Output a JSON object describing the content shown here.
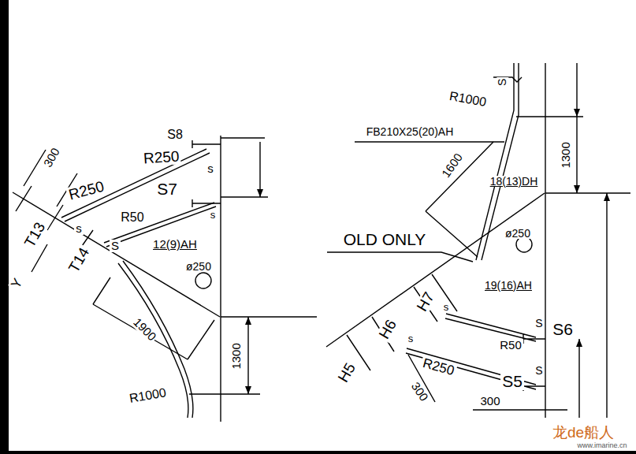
{
  "diagram": {
    "labels": [
      "S8",
      "R250",
      "s",
      "S7",
      "R250",
      "300",
      "s",
      "T13",
      "R50",
      "s",
      "S",
      "T14",
      "12(9)AH",
      "ø250",
      "1900",
      "1300",
      "R1000",
      "Y",
      "S",
      "R1000",
      "FB210X25(20)AH",
      "1600",
      "18(13)DH",
      "1300",
      "OLD ONLY",
      "ø250",
      "19(16)AH",
      "H7",
      "s",
      "H6",
      "s",
      "S",
      "S6",
      "R50",
      "H5",
      "R250",
      "S",
      "300",
      "S5",
      "300",
      "龙de船人",
      "www.imarine.cn"
    ]
  }
}
